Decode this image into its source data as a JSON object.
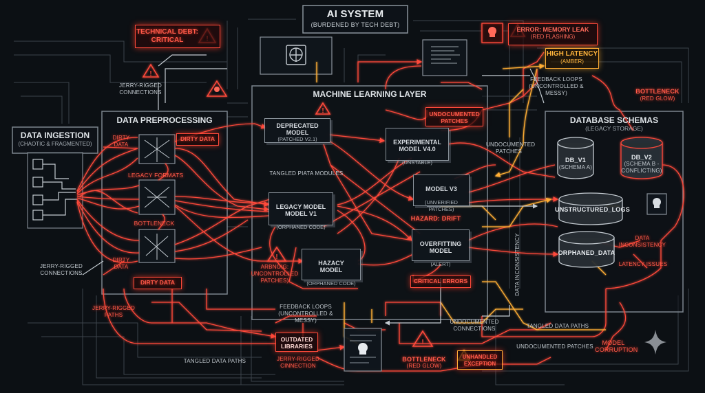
{
  "colors": {
    "background": "#0c1014",
    "red": "#ff4a3a",
    "amber": "#ffae35",
    "grey": "#8a939b"
  },
  "title": {
    "main": "AI SYSTEM",
    "sub": "(BURDENED BY TECH DEBT)"
  },
  "callouts": {
    "tech_debt": "TECHNICAL DEBT:\nCRITICAL",
    "error_leak": "ERROR: MEMORY LEAK",
    "error_leak_sub": "(RED FLASHING)",
    "high_latency": "HIGH LATENCY",
    "high_latency_sub": "(AMBER)",
    "bottleneck_top": "BOTTLENECK",
    "bottleneck_top_sub": "(RED GLOW)",
    "undocumented_patches_box": "UNDOCUMENTED\nPATCHES",
    "critical_errors": "CRITICAL ERRORS",
    "hazard_drift": "HAZARD: DRIFT",
    "dirty_data_bottom": "DIRTY DATA",
    "dirty_data_top": "DIRTY DATA",
    "bottleneck_bottom": "BOTTLENECK",
    "bottleneck_bottom_sub": "(RED GLOW)",
    "unhandled_exception": "UNHANDLED\nEXCEPTION",
    "model_corruption": "MODEL\nCORRUPTION"
  },
  "sections": {
    "data_ingestion": {
      "title": "DATA INGESTION",
      "sub": "(CHAOTIC & FRAGMENTED)"
    },
    "data_preprocessing": {
      "title": "DATA PREPROCESSING"
    },
    "ml_layer": {
      "title": "MACHINE LEARNING LAYER"
    },
    "database_schemas": {
      "title": "DATABASE SCHEMAS",
      "sub": "(LEGACY STORAGE)"
    }
  },
  "models": [
    {
      "title": "DEPRECATED MODEL",
      "sub": "(PATCHED V2.1)"
    },
    {
      "title": "EXPERIMENTAL\nMODEL V4.0",
      "sub": "(UNSTABLE)"
    },
    {
      "title": "MODEL V3",
      "sub": "(UNVERIFIED\nPATCHES)"
    },
    {
      "title": "LEGACY MODEL\nMODEL V1",
      "sub": "(ORPHANED CODE)"
    },
    {
      "title": "OVERFITTING\nMODEL",
      "sub": "(ALERT)"
    },
    {
      "title": "HAZACY\nMODEL",
      "sub": "(ORPHANED CODE)"
    }
  ],
  "databases": [
    {
      "title": "DB_V1",
      "sub": "(SCHEMA A)"
    },
    {
      "title": "DB_V2",
      "sub": "(SCHEMA B -\nCONFLICTING)"
    },
    {
      "title": "UNSTRUCTURED_LOGS",
      "sub": ""
    },
    {
      "title": "ORPHANED_DATA",
      "sub": ""
    }
  ],
  "labels": {
    "jerry_rigged_connections_top": "JERRY-RIGGED\nCONNECTIONS",
    "jerry_rigged_connections_left": "JERRY-RIGGED\nCONNECTIONS",
    "jerry_rigged_paths": "JERRY-RIGGED\nPATHS",
    "jerry_rigged_connection_bottom": "JERRY-RIGGED\nCINNECTION",
    "legacy_formats": "LEGACY FORMATS",
    "bottleneck_pre": "BOTTLENECK",
    "dirty_data_pre_top": "DIRTY\nDATA",
    "dirty_data_pre_bottom": "DIRTY\nDATA",
    "tangled_piata_modules": "TANGLED PIATA MODULES",
    "warning_uncontrolled": "ARBNOIG:\nUNCONTROLLED\nPATCHES)",
    "feedback_loops_top": "FEEDBACK LOOPS\n(UNCONTROLLED & MESSY)",
    "feedback_loops_bottom": "FEEDBACK LOOPS\n(UNCONTROLLED & MESSY)",
    "undocumented_patches_right": "UNDOCUMENTED\nPATCHES",
    "data_inconsistency_vertical": "DATA INCONSISTENCY",
    "data_inconsistency_right": "DATA\nINCONSISTENCY",
    "latency_issues": "LATENCY ISSUES",
    "tangled_data_paths_right": "TANGLED DATA PATHS",
    "tangled_data_paths_bottom": "TANGLED DATA PATHS",
    "undocumented_connections": "UNDOCUMENTED\nCONNECTIONS",
    "undocumented_patches_bottom": "UNDOCUMENTED PATCHES",
    "outdated_libraries": "OUTDATED\nLIBRARIES"
  }
}
